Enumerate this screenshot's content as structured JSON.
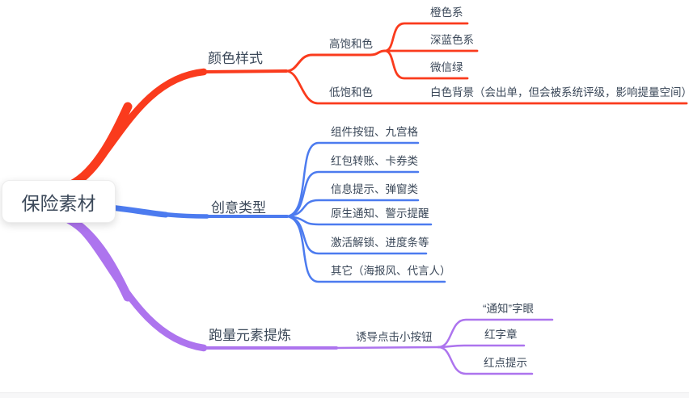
{
  "root": {
    "label": "保险素材"
  },
  "branches": [
    {
      "label": "颜色样式",
      "color": "#FA3B1D",
      "children": [
        {
          "label": "高饱和色",
          "children": [
            {
              "label": "橙色系"
            },
            {
              "label": "深蓝色系"
            },
            {
              "label": "微信绿"
            }
          ]
        },
        {
          "label": "低饱和色",
          "children": [
            {
              "label": "白色背景（会出单，但会被系统评级，影响提量空间）"
            }
          ]
        }
      ]
    },
    {
      "label": "创意类型",
      "color": "#4C7BEF",
      "children": [
        {
          "label": "组件按钮、九宫格"
        },
        {
          "label": "红包转账、卡券类"
        },
        {
          "label": "信息提示、弹窗类"
        },
        {
          "label": "原生通知、警示提醒"
        },
        {
          "label": "激活解锁、进度条等"
        },
        {
          "label": "其它（海报风、代言人）"
        }
      ]
    },
    {
      "label": "跑量元素提炼",
      "color": "#AD74EE",
      "children": [
        {
          "label": "诱导点击小按钮",
          "children": [
            {
              "label": "“通知”字眼"
            },
            {
              "label": "红字章"
            },
            {
              "label": "红点提示"
            }
          ]
        }
      ]
    }
  ],
  "colors": {
    "text": "#3B4859",
    "canvas": "#FFFFFF"
  }
}
